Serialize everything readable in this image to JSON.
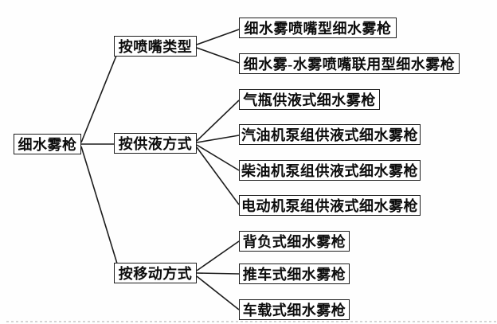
{
  "diagram": {
    "title_implicit": "细水雾枪分类",
    "root": {
      "label": "细水雾枪"
    },
    "branches": [
      {
        "label": "按喷嘴类型",
        "children": [
          "细水雾喷嘴型细水雾枪",
          "细水雾-水雾喷嘴联用型细水雾枪"
        ]
      },
      {
        "label": "按供液方式",
        "children": [
          "气瓶供液式细水雾枪",
          "汽油机泵组供液式细水雾枪",
          "柴油机泵组供液式细水雾枪",
          "电动机泵组供液式细水雾枪"
        ]
      },
      {
        "label": "按移动方式",
        "children": [
          "背负式细水雾枪",
          "推车式细水雾枪",
          "车载式细水雾枪"
        ]
      }
    ],
    "colors": {
      "line": "#1c1c1c",
      "box_border": "#1c1c1c",
      "text": "#0d0d0d",
      "background": "#fefefe",
      "bottom_rule": "#c6c6c6"
    }
  }
}
